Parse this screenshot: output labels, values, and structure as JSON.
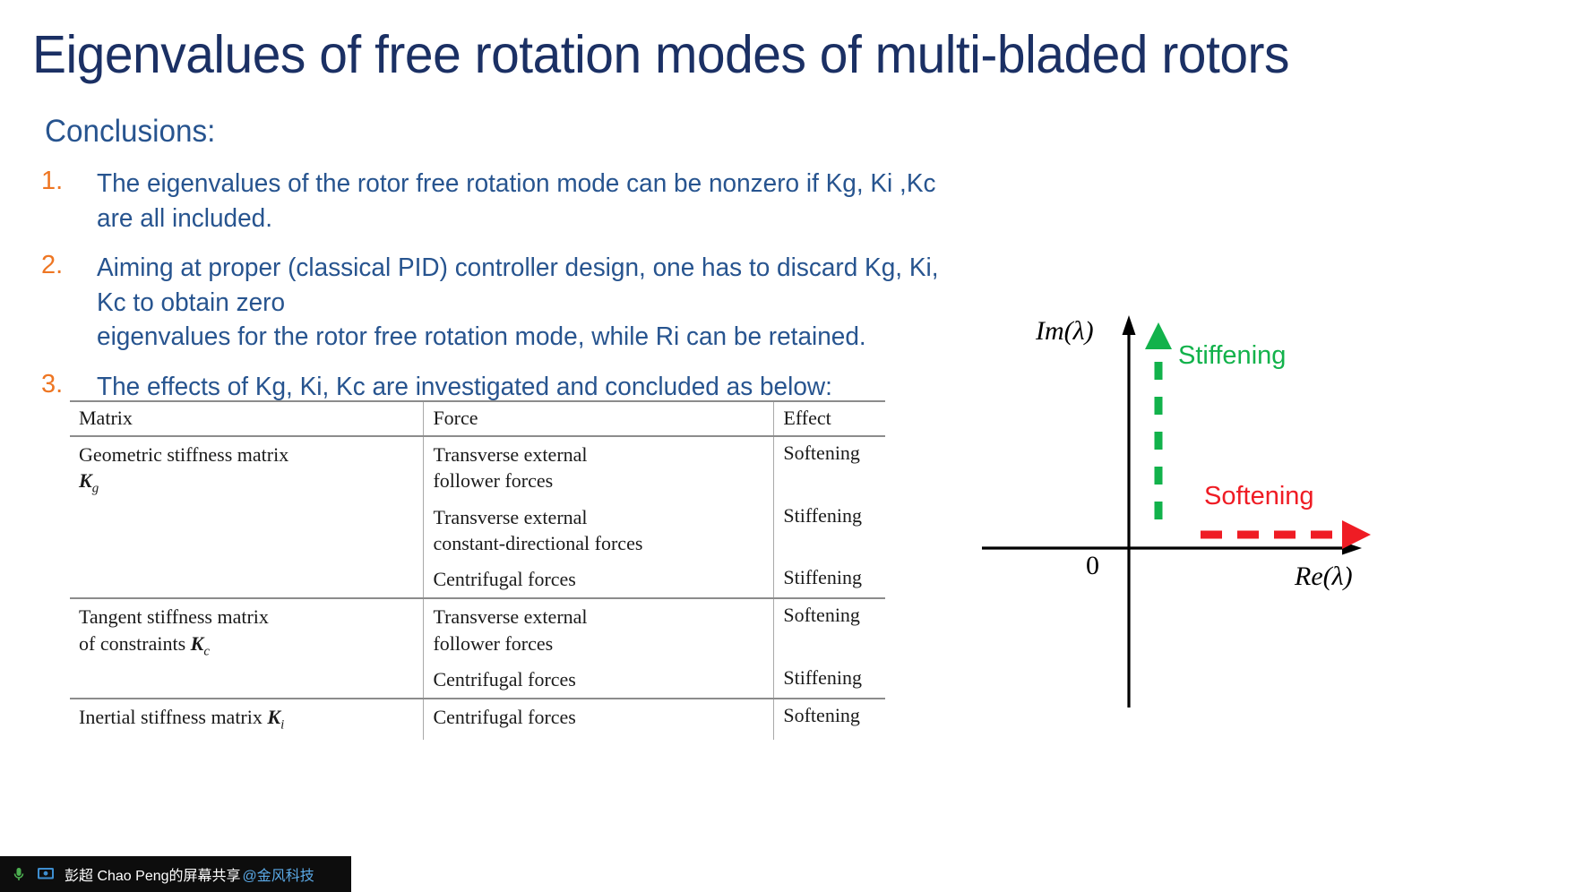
{
  "slide": {
    "title": "Eigenvalues of free rotation modes of multi-bladed rotors",
    "section_label": "Conclusions:",
    "title_color": "#1b3064",
    "body_color": "#27548f",
    "marker_color": "#ee7623",
    "items": [
      {
        "marker": "1.",
        "line1": "The eigenvalues of the rotor free rotation mode can be nonzero if Kg, Ki ,Kc are all included.",
        "line2": ""
      },
      {
        "marker": "2.",
        "line1": "Aiming at proper (classical PID) controller design, one has to discard Kg, Ki, Kc to obtain zero",
        "line2": "eigenvalues for the rotor free rotation mode, while Ri can be retained."
      },
      {
        "marker": "3.",
        "line1": "The effects of Kg, Ki, Kc are investigated and concluded as below:",
        "line2": ""
      }
    ]
  },
  "table": {
    "headers": [
      "Matrix",
      "Force",
      "Effect"
    ],
    "rows": [
      {
        "matrix_name": "Geometric stiffness matrix",
        "matrix_symbol": "K",
        "matrix_sub": "g",
        "entries": [
          {
            "force_line1": "Transverse external",
            "force_line2": "follower forces",
            "effect": "Softening"
          },
          {
            "force_line1": "Transverse external",
            "force_line2": "constant-directional forces",
            "effect": "Stiffening"
          },
          {
            "force_line1": "Centrifugal forces",
            "force_line2": "",
            "effect": "Stiffening"
          }
        ]
      },
      {
        "matrix_name": "Tangent stiffness matrix",
        "matrix_name2": "of constraints",
        "matrix_symbol": "K",
        "matrix_sub": "c",
        "entries": [
          {
            "force_line1": "Transverse external",
            "force_line2": "follower forces",
            "effect": "Softening"
          },
          {
            "force_line1": "Centrifugal forces",
            "force_line2": "",
            "effect": "Stiffening"
          }
        ]
      },
      {
        "matrix_name": "Inertial stiffness matrix",
        "matrix_symbol": "K",
        "matrix_sub": "i",
        "entries": [
          {
            "force_line1": "Centrifugal forces",
            "force_line2": "",
            "effect": "Softening"
          }
        ]
      }
    ]
  },
  "diagram": {
    "axis_imaginary_label": "Im(λ)",
    "axis_real_label": "Re(λ)",
    "origin_label": "0",
    "stiffening_label": "Stiffening",
    "softening_label": "Softening",
    "stiffening_color": "#12b24b",
    "softening_color": "#ef1c24",
    "axis_color": "#000000"
  },
  "taskbar": {
    "share_text": "彭超 Chao Peng的屏幕共享",
    "org_badge": "@金风科技"
  }
}
